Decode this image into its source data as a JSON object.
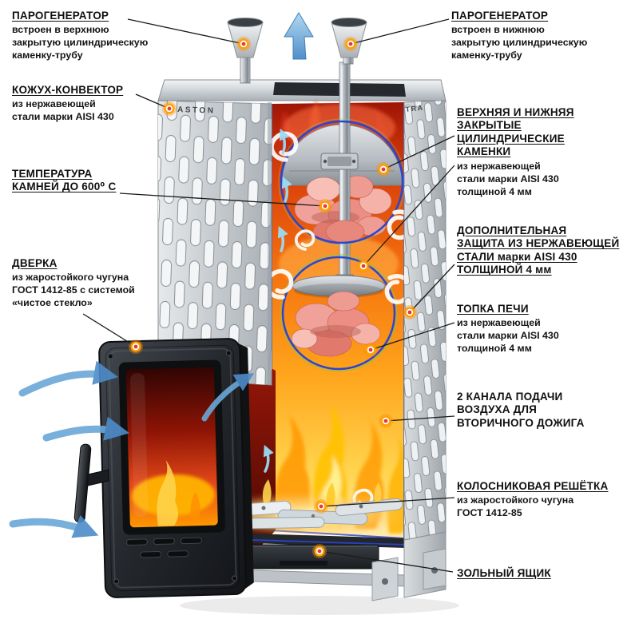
{
  "diagram": {
    "brand_left": "ASTON",
    "brand_right": "TRA",
    "colors": {
      "marker_outer": "#ffa000",
      "marker_center": "#e53935",
      "leader_line": "#1b1b1b",
      "chamber_outline": "#2946d1",
      "airflow_blue": "#5b9bd5",
      "text": "#111111"
    }
  },
  "callouts": {
    "left": [
      {
        "title": "ПАРОГЕНЕРАТОР",
        "body": "встроен в верхнюю\nзакрытую цилиндрическую\nкаменку-трубу"
      },
      {
        "title": "КОЖУХ-КОНВЕКТОР",
        "body": "из нержавеющей\nстали марки AISI 430"
      },
      {
        "title": "ТЕМПЕРАТУРА\nКАМНЕЙ ДО 600⁰ С",
        "body": ""
      },
      {
        "title": "ДВЕРКА",
        "body": "из жаростойкого чугуна\nГОСТ 1412-85 с системой\n«чистое стекло»"
      }
    ],
    "right": [
      {
        "title": "ПАРОГЕНЕРАТОР",
        "body": "встроен в нижнюю\nзакрытую цилиндрическую\nкаменку-трубу"
      },
      {
        "title": "ВЕРХНЯЯ И НИЖНЯЯ\nЗАКРЫТЫЕ\nЦИЛИНДРИЧЕСКИЕ\nКАМЕНКИ",
        "body": "из нержавеющей\nстали марки AISI 430\nтолщиной 4 мм"
      },
      {
        "title": "ДОПОЛНИТЕЛЬНАЯ\nЗАЩИТА ИЗ НЕРЖАВЕЮЩЕЙ\nСТАЛИ марки AISI 430\nТОЛЩИНОЙ 4 мм",
        "body": ""
      },
      {
        "title": "ТОПКА ПЕЧИ",
        "body": "из нержавеющей\nстали марки AISI 430\nтолщиной 4 мм"
      },
      {
        "title": "2 КАНАЛА ПОДАЧИ\nВОЗДУХА ДЛЯ\nВТОРИЧНОГО ДОЖИГА",
        "body": ""
      },
      {
        "title": "КОЛОСНИКОВАЯ РЕШЁТКА",
        "body": "из жаростойкого чугуна\nГОСТ 1412-85"
      },
      {
        "title": "ЗОЛЬНЫЙ ЯЩИК",
        "body": ""
      }
    ]
  }
}
